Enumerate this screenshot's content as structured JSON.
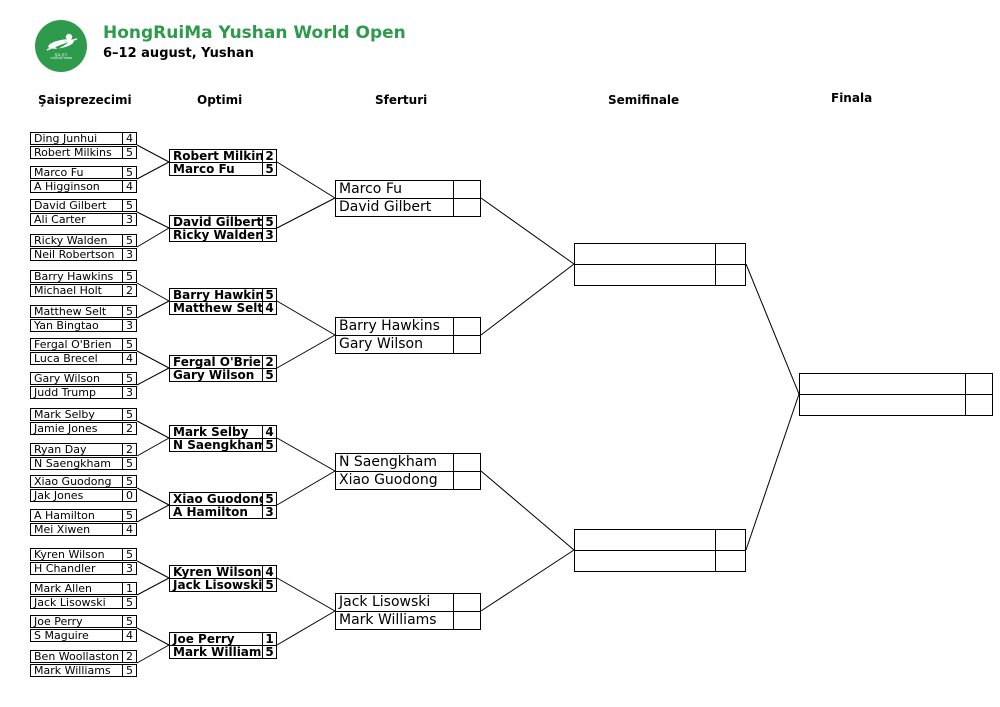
{
  "header": {
    "title": "HongRuiMa Yushan World Open",
    "subtitle": "6–12 august, Yushan",
    "logo_text": "宝马·天下\nYUSHAN OPEN",
    "accent_color": "#2e9a4c",
    "logo_icon": "snooker-player-icon"
  },
  "rounds": {
    "r1": "Şaisprezecimi",
    "r2": "Optimi",
    "r3": "Sferturi",
    "r4": "Semifinale",
    "r5": "Finala"
  },
  "last32": [
    {
      "p1": "Ding Junhui",
      "s1": "4",
      "p2": "Robert Milkins",
      "s2": "5"
    },
    {
      "p1": "Marco Fu",
      "s1": "5",
      "p2": "A Higginson",
      "s2": "4"
    },
    {
      "p1": "David Gilbert",
      "s1": "5",
      "p2": "Ali Carter",
      "s2": "3"
    },
    {
      "p1": "Ricky Walden",
      "s1": "5",
      "p2": "Neil Robertson",
      "s2": "3"
    },
    {
      "p1": "Barry Hawkins",
      "s1": "5",
      "p2": "Michael Holt",
      "s2": "2"
    },
    {
      "p1": "Matthew Selt",
      "s1": "5",
      "p2": "Yan Bingtao",
      "s2": "3"
    },
    {
      "p1": "Fergal O'Brien",
      "s1": "5",
      "p2": "Luca Brecel",
      "s2": "4"
    },
    {
      "p1": "Gary Wilson",
      "s1": "5",
      "p2": "Judd Trump",
      "s2": "3"
    },
    {
      "p1": "Mark Selby",
      "s1": "5",
      "p2": "Jamie Jones",
      "s2": "2"
    },
    {
      "p1": "Ryan Day",
      "s1": "2",
      "p2": "N Saengkham",
      "s2": "5"
    },
    {
      "p1": "Xiao Guodong",
      "s1": "5",
      "p2": "Jak Jones",
      "s2": "0"
    },
    {
      "p1": "A Hamilton",
      "s1": "5",
      "p2": "Mei Xiwen",
      "s2": "4"
    },
    {
      "p1": "Kyren Wilson",
      "s1": "5",
      "p2": "H Chandler",
      "s2": "3"
    },
    {
      "p1": "Mark Allen",
      "s1": "1",
      "p2": "Jack Lisowski",
      "s2": "5"
    },
    {
      "p1": "Joe Perry",
      "s1": "5",
      "p2": "S Maguire",
      "s2": "4"
    },
    {
      "p1": "Ben Woollaston",
      "s1": "2",
      "p2": "Mark Williams",
      "s2": "5"
    }
  ],
  "last16": [
    {
      "p1": "Robert Milkins",
      "s1": "2",
      "p2": "Marco Fu",
      "s2": "5"
    },
    {
      "p1": "David Gilbert",
      "s1": "5",
      "p2": "Ricky Walden",
      "s2": "3"
    },
    {
      "p1": "Barry Hawkins",
      "s1": "5",
      "p2": "Matthew Selt",
      "s2": "4"
    },
    {
      "p1": "Fergal O'Brien",
      "s1": "2",
      "p2": "Gary Wilson",
      "s2": "5"
    },
    {
      "p1": "Mark Selby",
      "s1": "4",
      "p2": "N Saengkham",
      "s2": "5"
    },
    {
      "p1": "Xiao Guodong",
      "s1": "5",
      "p2": "A Hamilton",
      "s2": "3"
    },
    {
      "p1": "Kyren Wilson",
      "s1": "4",
      "p2": "Jack Lisowski",
      "s2": "5"
    },
    {
      "p1": "Joe Perry",
      "s1": "1",
      "p2": "Mark Williams",
      "s2": "5"
    }
  ],
  "quarterfinals": [
    {
      "p1": "Marco Fu",
      "s1": "",
      "p2": "David Gilbert",
      "s2": ""
    },
    {
      "p1": "Barry Hawkins",
      "s1": "",
      "p2": "Gary Wilson",
      "s2": ""
    },
    {
      "p1": "N Saengkham",
      "s1": "",
      "p2": "Xiao Guodong",
      "s2": ""
    },
    {
      "p1": "Jack Lisowski",
      "s1": "",
      "p2": "Mark Williams",
      "s2": ""
    }
  ],
  "semifinals": [
    {
      "p1": "",
      "s1": "",
      "p2": "",
      "s2": ""
    },
    {
      "p1": "",
      "s1": "",
      "p2": "",
      "s2": ""
    }
  ],
  "final": [
    {
      "p1": "",
      "s1": "",
      "p2": "",
      "s2": ""
    }
  ]
}
